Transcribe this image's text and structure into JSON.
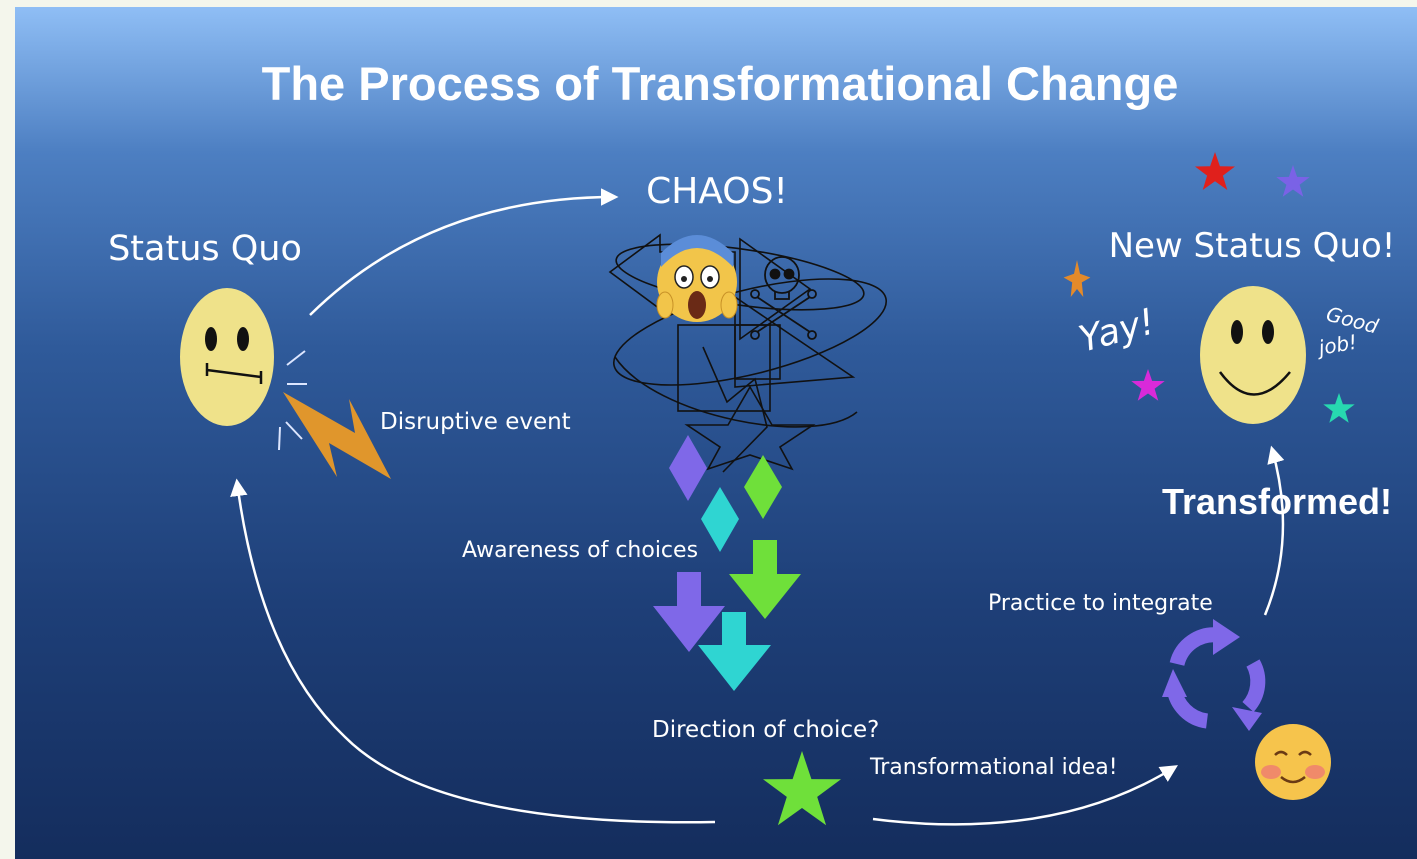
{
  "title": "The Process of Transformational Change",
  "labels": {
    "status_quo": "Status Quo",
    "chaos": "CHAOS!",
    "new_status_quo": "New Status Quo!",
    "disruptive_event": "Disruptive event",
    "awareness": "Awareness of choices",
    "direction": "Direction of choice?",
    "transformational_idea": "Transformational idea!",
    "practice": "Practice to integrate",
    "transformed": "Transformed!",
    "yay": "Yay!",
    "good": "Good",
    "job": "job!"
  },
  "colors": {
    "face": "#efe28a",
    "bolt": "#e0962c",
    "purple": "#7f68e8",
    "green": "#6fe03a",
    "cyan": "#2fd5d2",
    "star_red": "#e0201c",
    "star_orange": "#e48a2a",
    "star_magenta": "#d92ad9",
    "star_teal": "#27d9b0",
    "star_violet": "#7a62e6"
  },
  "icons": [
    "neutral-face-icon",
    "lightning-bolt-icon",
    "screaming-face-icon",
    "skull-crossbones-icon",
    "smiling-face-icon",
    "refresh-cycle-icon",
    "blushing-face-icon",
    "star-icon",
    "diamond-icon",
    "down-arrow-icon"
  ]
}
